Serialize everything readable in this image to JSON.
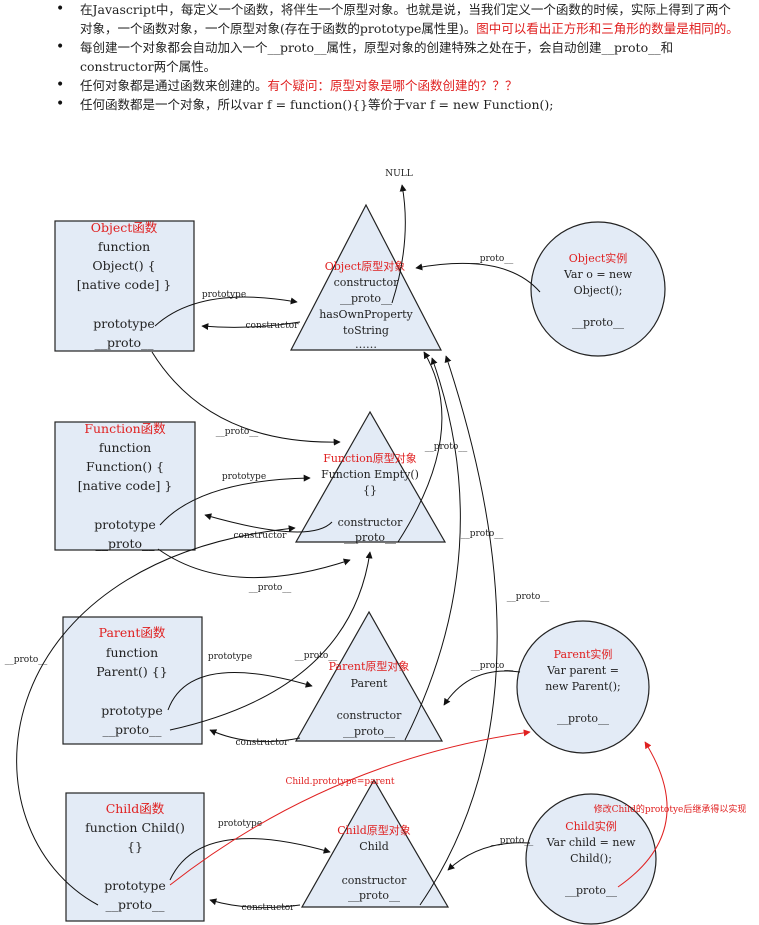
{
  "notes": [
    {
      "text": "在Javascript中，每定义一个函数，将伴生一个原型对象。也就是说，当我们定义一个函数的时候，实际上得到了两个对象，一个函数对象，一个原型对象(存在于函数的prototype属性里)。",
      "red": "图中可以看出正方形和三角形的数量是相同的。"
    },
    {
      "text": "每创建一个对象都会自动加入一个__proto__属性，原型对象的创建特殊之处在于，会自动创建__proto__和constructor两个属性。",
      "red": ""
    },
    {
      "text": "任何对象都是通过函数来创建的。",
      "red": "有个疑问：原型对象是哪个函数创建的？？？"
    },
    {
      "text": "任何函数都是一个对象，所以var f = function(){}等价于var f = new Function();",
      "red": ""
    }
  ],
  "null_label": "NULL",
  "functions": {
    "object": {
      "title": "Object函数",
      "lines": [
        "function",
        "Object() {",
        "[native code] }",
        "",
        "prototype",
        "__proto__"
      ]
    },
    "function": {
      "title": "Function函数",
      "lines": [
        "function",
        "Function() {",
        "[native code] }",
        "",
        "prototype",
        "__proto__"
      ]
    },
    "parent": {
      "title": "Parent函数",
      "lines": [
        "function",
        "Parent()  {}",
        "",
        "prototype",
        "__proto__"
      ]
    },
    "child": {
      "title": "Child函数",
      "lines": [
        "function Child()",
        "{}",
        "",
        "",
        "prototype",
        "__proto__"
      ]
    }
  },
  "prototypes": {
    "object": {
      "title": "Object原型对象",
      "lines": [
        "constructor",
        "__proto__",
        "hasOwnProperty",
        "toString",
        "……"
      ]
    },
    "function": {
      "title": "Function原型对象",
      "lines": [
        "Function Empty()",
        "{}",
        "",
        "constructor",
        "__proto__"
      ]
    },
    "parent": {
      "title": "Parent原型对象",
      "lines": [
        "Parent",
        "",
        "constructor",
        "__proto__"
      ]
    },
    "child": {
      "title": "Child原型对象",
      "lines": [
        "Child",
        "",
        "constructor",
        "__proto__"
      ]
    }
  },
  "instances": {
    "object": {
      "title": "Object实例",
      "lines": [
        "Var o = new",
        "Object();",
        "",
        "__proto__"
      ]
    },
    "parent": {
      "title": "Parent实例",
      "lines": [
        "Var parent =",
        "new Parent();",
        "",
        "__proto__"
      ]
    },
    "child": {
      "title": "Child实例",
      "lines": [
        "Var child = new",
        "Child();",
        "",
        "__proto__"
      ]
    }
  },
  "edge_labels": {
    "prototype": "prototype",
    "constructor": "constructor",
    "proto": "__proto__",
    "child_assign": "Child.prototype=parent",
    "inherit_note": "修改Child的prototye后继承得以实现"
  }
}
